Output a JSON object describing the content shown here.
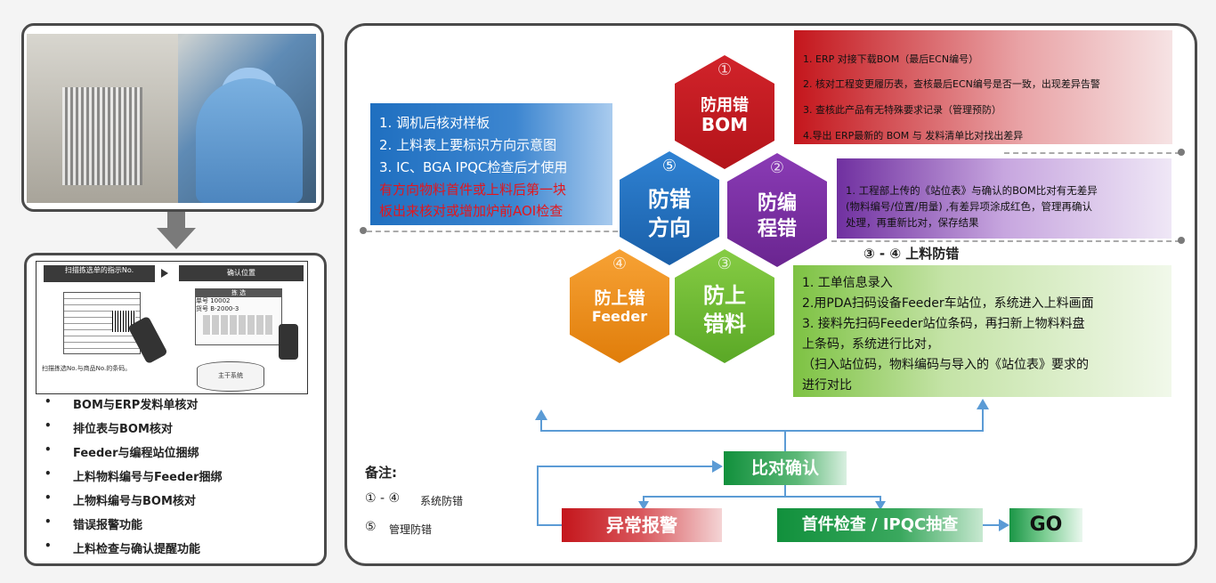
{
  "left": {
    "bullets": [
      "BOM与ERP发料单核对",
      "排位表与BOM核对",
      "Feeder与编程站位捆绑",
      "上料物料编号与Feeder捆绑",
      "上物料编号与BOM核对",
      "错误报警功能",
      "上料检查与确认提醒功能"
    ],
    "scan": {
      "tag1": "扫描拣选单的指示No.",
      "tag2": "确认位置",
      "note": "扫描拣选No.与商品No.的条码。",
      "server": "主干系统",
      "form_title": "拣 选",
      "form_row1": "单号 10002",
      "form_row2": "货号 B-2000-3"
    },
    "bullet_symbol": "•"
  },
  "hexes": {
    "bom": {
      "num": "①",
      "l1": "防用错",
      "l2": "BOM",
      "color": "#c7151f"
    },
    "prog": {
      "num": "②",
      "l1": "防编",
      "l2": "程错",
      "color": "#7b2c9e"
    },
    "dir": {
      "num": "⑤",
      "l1": "防错",
      "l2": "方向",
      "color": "#1f6fc0"
    },
    "feeder": {
      "num": "④",
      "l1": "防上错",
      "l2": "Feeder",
      "color": "#f08a12"
    },
    "mat": {
      "num": "③",
      "l1": "防上",
      "l2": "错料",
      "color": "#6fbf2e"
    }
  },
  "boxes": {
    "bom": [
      "1. ERP 对接下载BOM（最后ECN编号）",
      "2. 核对工程变更履历表，查核最后ECN编号是否一致，出现差异告警",
      "3. 查核此产品有无特殊要求记录（管理预防）",
      "4.导出 ERP最新的 BOM 与 发料清单比对找出差异"
    ],
    "prog": [
      "1. 工程部上传的《站位表》与确认的BOM比对有无差异",
      "(物料编号/位置/用量) ,有差异项涂成红色，管理再确认",
      "处理，再重新比对，保存结果"
    ],
    "dir": [
      "1. 调机后核对样板",
      "2. 上料表上要标识方向示意图",
      "3. IC、BGA IPQC检查后才使用"
    ],
    "dir_red": [
      "有方向物料首件或上料后第一块",
      "板出来核对或增加炉前AOI检查"
    ],
    "mat": [
      "1. 工单信息录入",
      "2.用PDA扫码设备Feeder车站位，系统进入上料画面",
      "3. 接料先扫码Feeder站位条码，再扫新上物料料盘",
      "上条码，系统进行比对，",
      "（扫入站位码，物料编码与导入的《站位表》要求的",
      "进行对比"
    ]
  },
  "section_label": "③ - ④  上料防错",
  "flow": {
    "compare": "比对确认",
    "alarm": "异常报警",
    "first_check": "首件检查 / IPQC抽查",
    "go": "GO"
  },
  "notes": {
    "title": "备注:",
    "line1_sym": "① - ④",
    "line1_txt": "系统防错",
    "line2_sym": "⑤",
    "line2_txt": "管理防错"
  }
}
